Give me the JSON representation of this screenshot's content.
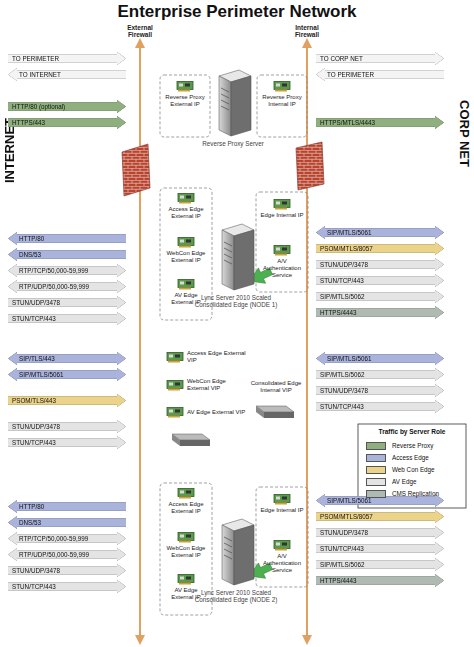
{
  "diagram": {
    "title": "Enterprise Perimeter Network",
    "nodes": [
      {
        "text": [
          "Reverse Proxy External IP"
        ]
      },
      {
        "text": [
          "Reverse Proxy Server"
        ]
      },
      {
        "text": [
          "Reverse Proxy Internal IP"
        ]
      },
      {
        "text": [
          "Access Edge External IP"
        ]
      },
      {
        "text": [
          "WebCon Edge External IP"
        ]
      },
      {
        "text": [
          "AV Edge External IP"
        ]
      },
      {
        "text": [
          "Lync Server 2010 Scaled Consolidated Edge (NODE 1)"
        ]
      },
      {
        "text": [
          "Edge Internal IP"
        ]
      },
      {
        "text": [
          "A/V Authentication Service"
        ]
      },
      {
        "text": [
          "Access Edge External VIP"
        ]
      },
      {
        "text": [
          "WebCon Edge External VIP"
        ]
      },
      {
        "text": [
          "AV Edge External VIP"
        ]
      },
      {
        "text": [
          "Consolidated Edge Internal VIP"
        ]
      },
      {
        "text": [
          "Access Edge External IP"
        ]
      },
      {
        "text": [
          "WebCon Edge External IP"
        ]
      },
      {
        "text": [
          "AV Edge External IP"
        ]
      },
      {
        "text": [
          "Lync Server 2010 Scaled Consolidated Edge (NODE 2)"
        ]
      },
      {
        "text": [
          "Edge Internal IP"
        ]
      },
      {
        "text": [
          "A/V Authentication Service"
        ]
      }
    ],
    "labels": [
      "External Firewall",
      "Internal Firewall",
      "INTERNET",
      "CORP NET",
      "TO PERIMETER",
      "TO INTERNET",
      "TO CORP NET",
      "TO PERIMETER",
      "HTTP/80 (optional)",
      "HTTPS/443",
      "HTTPS/MTLS/4443",
      "HTTP/80",
      "DNS/53",
      "RTP/TCP/50,000-59,999",
      "RTP/UDP/50,000-59,999",
      "STUN/UDP/3478",
      "STUN/TCP/443",
      "SIP/MTLS/5061",
      "PSOM/MTLS/8057",
      "STUN/UDP/3478",
      "STUN/TCP/443",
      "SIP/MTLS/5062",
      "HTTPS/4443",
      "SIP/TLS/443",
      "SIP/MTLS/5061",
      "PSOM/TLS/443",
      "STUN/UDP/3478",
      "STUN/TCP/443",
      "SIP/MTLS/5061",
      "SIP/MTLS/5062",
      "STUN/UDP/3478",
      "STUN/TCP/443",
      "HTTP/80",
      "DNS/53",
      "RTP/TCP/50,000-59,999",
      "RTP/UDP/50,000-59,999",
      "STUN/UDP/3478",
      "STUN/TCP/443",
      "SIP/MTLS/5061",
      "PSOM/MTLS/8057",
      "STUN/UDP/3478",
      "STUN/TCP/443",
      "SIP/MTLS/5062",
      "HTTPS/4443",
      "Traffic by Server Role"
    ],
    "legend": [
      {
        "text": "Reverse Proxy",
        "color": "#8fb07e"
      },
      {
        "text": "Access Edge",
        "color": "#a9b3dc"
      },
      {
        "text": "Web Con Edge",
        "color": "#ecd38a"
      },
      {
        "text": "AV Edge",
        "color": "#e4e4e4"
      },
      {
        "text": "CMS Replication",
        "color": "#aebab2"
      }
    ]
  }
}
